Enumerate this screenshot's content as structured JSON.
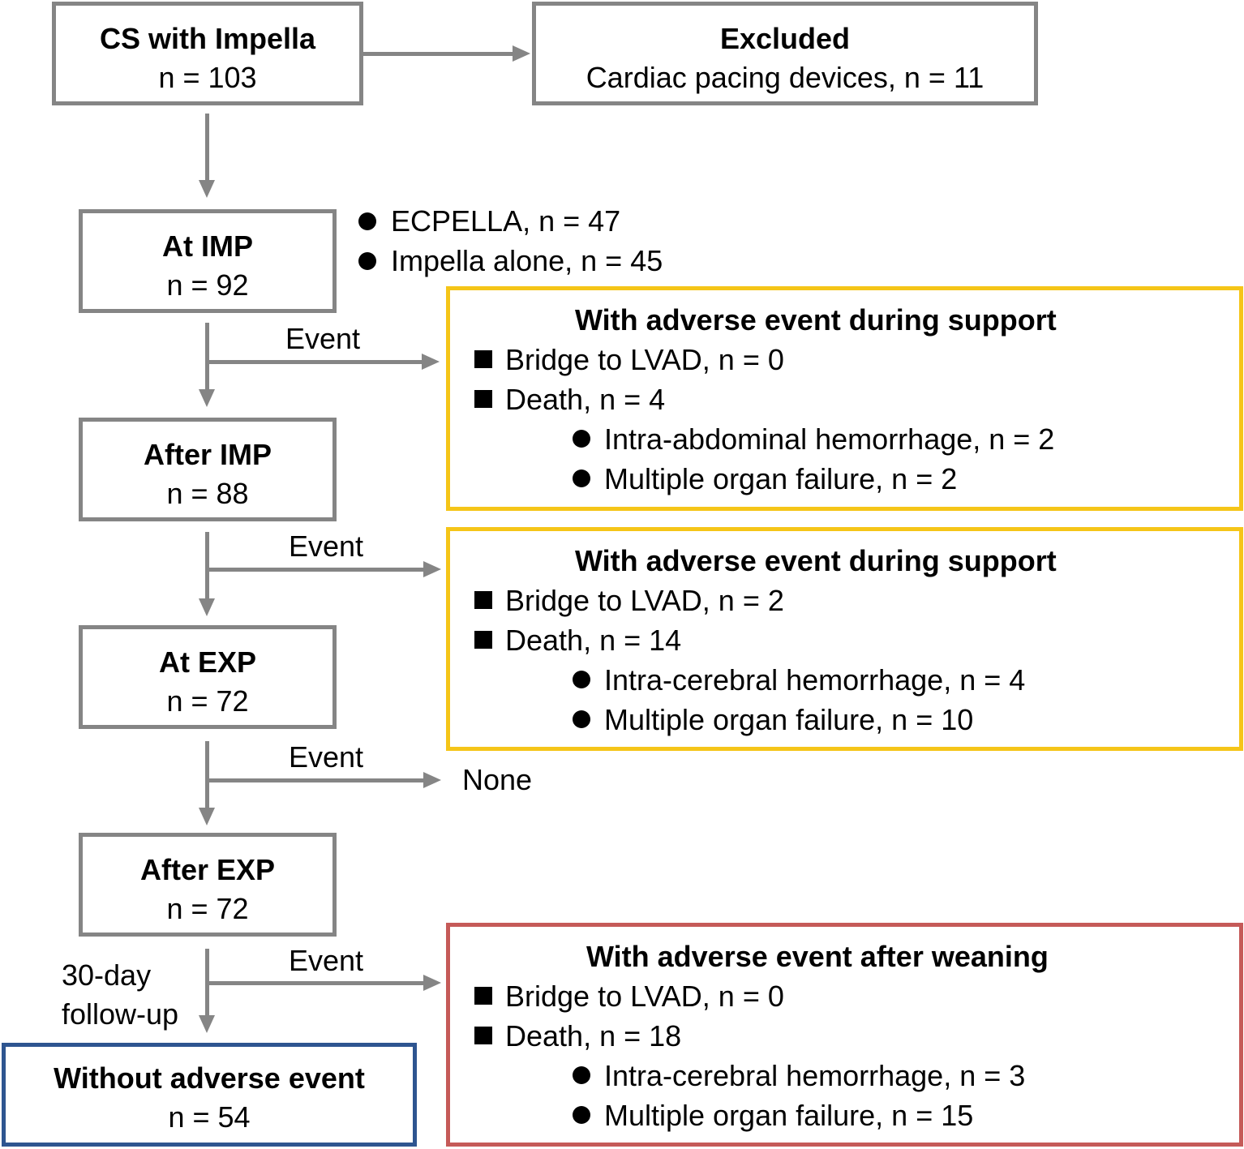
{
  "start": {
    "title": "CS with Impella",
    "n": "n = 103"
  },
  "excluded": {
    "title": "Excluded",
    "detail": "Cardiac pacing devices, n = 11"
  },
  "at_imp": {
    "title": "At IMP",
    "n": "n = 92",
    "bullets": [
      "ECPELLA, n = 47",
      "Impella alone, n = 45"
    ]
  },
  "after_imp": {
    "title": "After IMP",
    "n": "n = 88"
  },
  "at_exp": {
    "title": "At EXP",
    "n": "n = 72"
  },
  "after_exp": {
    "title": "After EXP",
    "n": "n = 72"
  },
  "final": {
    "title": "Without adverse event",
    "n": "n = 54"
  },
  "event_label": "Event",
  "followup_label": [
    "30-day",
    "follow-up"
  ],
  "none_label": "None",
  "event_box_1": {
    "title": "With adverse event during support",
    "items": [
      "Bridge to LVAD, n = 0",
      "Death, n = 4"
    ],
    "subitems": [
      "Intra-abdominal hemorrhage, n = 2",
      "Multiple organ failure, n = 2"
    ]
  },
  "event_box_2": {
    "title": "With adverse event during support",
    "items": [
      "Bridge to LVAD, n = 2",
      "Death, n = 14"
    ],
    "subitems": [
      "Intra-cerebral hemorrhage, n = 4",
      "Multiple organ failure, n = 10"
    ]
  },
  "event_box_3": {
    "title": "With adverse event after weaning",
    "items": [
      "Bridge to LVAD, n = 0",
      "Death, n = 18"
    ],
    "subitems": [
      "Intra-cerebral hemorrhage, n = 3",
      "Multiple organ failure, n = 15"
    ]
  },
  "colors": {
    "gray": "#858585",
    "yellow": "#f5c518",
    "red": "#c55a58",
    "blue": "#2e5590"
  }
}
